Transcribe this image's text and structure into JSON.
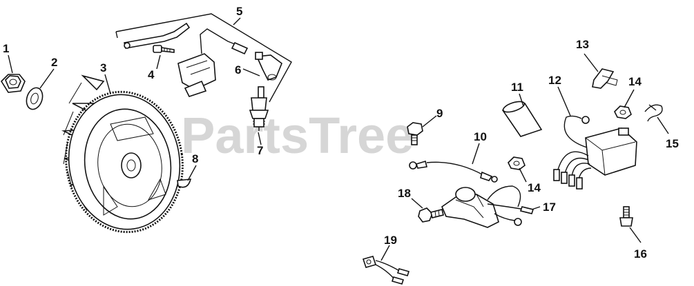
{
  "watermark": "PartsTree",
  "callouts": [
    {
      "id": "c1",
      "label": "1"
    },
    {
      "id": "c2",
      "label": "2"
    },
    {
      "id": "c3",
      "label": "3"
    },
    {
      "id": "c4",
      "label": "4"
    },
    {
      "id": "c5",
      "label": "5"
    },
    {
      "id": "c6",
      "label": "6"
    },
    {
      "id": "c7",
      "label": "7"
    },
    {
      "id": "c8",
      "label": "8"
    },
    {
      "id": "c9",
      "label": "9"
    },
    {
      "id": "c10",
      "label": "10"
    },
    {
      "id": "c11",
      "label": "11"
    },
    {
      "id": "c12",
      "label": "12"
    },
    {
      "id": "c13",
      "label": "13"
    },
    {
      "id": "c14a",
      "label": "14"
    },
    {
      "id": "c14b",
      "label": "14"
    },
    {
      "id": "c15",
      "label": "15"
    },
    {
      "id": "c16",
      "label": "16"
    },
    {
      "id": "c17",
      "label": "17"
    },
    {
      "id": "c18",
      "label": "18"
    },
    {
      "id": "c19",
      "label": "19"
    }
  ]
}
